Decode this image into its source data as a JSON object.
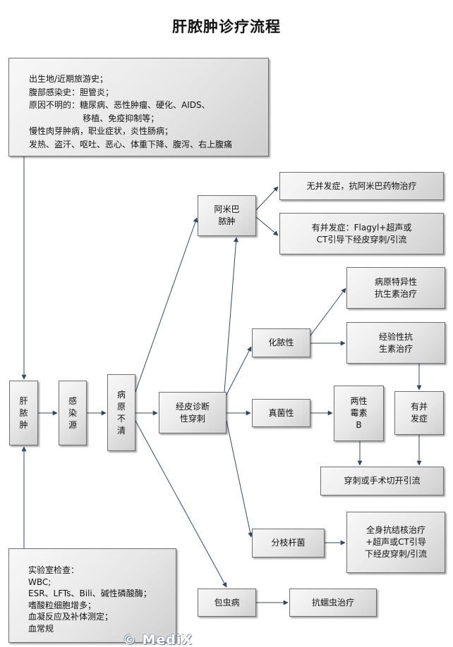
{
  "title": "肝脓肿诊疗流程",
  "watermark": "© MediX",
  "boxes": {
    "info_top": "出生地/近期旅游史；\n腹部感染史：胆管炎；\n原因不明的：糖尿病、恶性肿瘤、硬化、AIDS、\n                    移植、免疫抑制等；\n慢性肉芽肿病，职业症状，炎性肠病；\n发热、盗汗、呕吐、恶心、体重下降、腹泻、右上腹痛",
    "liver_abscess": "肝\n脓\n肿",
    "infection_source": "感\n染\n源",
    "unknown_cause": "病\n原\n不\n清",
    "percutaneous": "经皮诊断\n性穿刺",
    "amoebic": "阿米巴\n脓肿",
    "no_complication": "无并发症，抗阿米巴药物治疗",
    "with_complication": "有并发症：Flagyl+超声或\nCT引导下经皮穿刺/引流",
    "pathogen_specific": "病原特异性\n抗生素治疗",
    "pyogenic": "化脓性",
    "empirical": "经验性抗\n生素治疗",
    "fungal": "真菌性",
    "amphotericin": "两性\n霉素\nB",
    "complication": "有并\n发症",
    "drainage": "穿刺或手术切开引流",
    "mycobacteria": "分枝杆菌",
    "anti_tb": "全身抗结核治疗\n+超声或CT引导\n下经皮穿刺/引流",
    "hydatid": "包虫病",
    "anti_helminth": "抗蠕虫治疗",
    "lab": "实验室检查：\nWBC;\nESR、LFTs、Bili、碱性磷酸酶；\n嗜酸粒细胞增多；\n血凝反应及补体测定；\n血常规"
  },
  "colors": {
    "edge": "#34495e",
    "box_border": "#6f6f6f",
    "box_fill": "#e7e7e7"
  }
}
